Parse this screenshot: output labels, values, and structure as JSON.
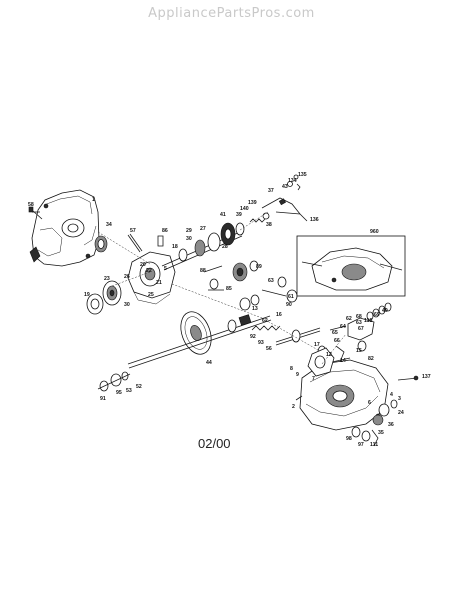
{
  "watermark": "AppliancePartsPros.com",
  "date_code": "02/00",
  "callouts": [
    {
      "id": "c-58",
      "label": "58"
    },
    {
      "id": "c-1",
      "label": "1"
    },
    {
      "id": "c-34",
      "label": "34"
    },
    {
      "id": "c-57",
      "label": "57"
    },
    {
      "id": "c-86",
      "label": "86"
    },
    {
      "id": "c-18",
      "label": "18"
    },
    {
      "id": "c-30a",
      "label": "30"
    },
    {
      "id": "c-27",
      "label": "27"
    },
    {
      "id": "c-29",
      "label": "29"
    },
    {
      "id": "c-28",
      "label": "28"
    },
    {
      "id": "c-41",
      "label": "41"
    },
    {
      "id": "c-39",
      "label": "39"
    },
    {
      "id": "c-140",
      "label": "140"
    },
    {
      "id": "c-139",
      "label": "139"
    },
    {
      "id": "c-37",
      "label": "37"
    },
    {
      "id": "c-43",
      "label": "43"
    },
    {
      "id": "c-134",
      "label": "134"
    },
    {
      "id": "c-135",
      "label": "135"
    },
    {
      "id": "c-38",
      "label": "38"
    },
    {
      "id": "c-136",
      "label": "136"
    },
    {
      "id": "c-960",
      "label": "960"
    },
    {
      "id": "c-23",
      "label": "23"
    },
    {
      "id": "c-26",
      "label": "26"
    },
    {
      "id": "c-20",
      "label": "20"
    },
    {
      "id": "c-22",
      "label": "22"
    },
    {
      "id": "c-5",
      "label": "5"
    },
    {
      "id": "c-21",
      "label": "21"
    },
    {
      "id": "c-25",
      "label": "25"
    },
    {
      "id": "c-19",
      "label": "19"
    },
    {
      "id": "c-30b",
      "label": "30"
    },
    {
      "id": "c-88",
      "label": "88"
    },
    {
      "id": "c-89",
      "label": "89"
    },
    {
      "id": "c-85",
      "label": "85"
    },
    {
      "id": "c-63",
      "label": "63"
    },
    {
      "id": "c-61",
      "label": "61"
    },
    {
      "id": "c-90",
      "label": "90"
    },
    {
      "id": "c-13",
      "label": "13"
    },
    {
      "id": "c-62a",
      "label": "62"
    },
    {
      "id": "c-16",
      "label": "16"
    },
    {
      "id": "c-68",
      "label": "68"
    },
    {
      "id": "c-118",
      "label": "118"
    },
    {
      "id": "c-69",
      "label": "69"
    },
    {
      "id": "c-40",
      "label": "40"
    },
    {
      "id": "c-62b",
      "label": "62"
    },
    {
      "id": "c-63b",
      "label": "63"
    },
    {
      "id": "c-64",
      "label": "64"
    },
    {
      "id": "c-65",
      "label": "65"
    },
    {
      "id": "c-67",
      "label": "67"
    },
    {
      "id": "c-66",
      "label": "66"
    },
    {
      "id": "c-92",
      "label": "92"
    },
    {
      "id": "c-93",
      "label": "93"
    },
    {
      "id": "c-56",
      "label": "56"
    },
    {
      "id": "c-17",
      "label": "17"
    },
    {
      "id": "c-12",
      "label": "12"
    },
    {
      "id": "c-14",
      "label": "14"
    },
    {
      "id": "c-15",
      "label": "15"
    },
    {
      "id": "c-82",
      "label": "82"
    },
    {
      "id": "c-44",
      "label": "44"
    },
    {
      "id": "c-8",
      "label": "8"
    },
    {
      "id": "c-9",
      "label": "9"
    },
    {
      "id": "c-7",
      "label": "7"
    },
    {
      "id": "c-137",
      "label": "137"
    },
    {
      "id": "c-2",
      "label": "2"
    },
    {
      "id": "c-6",
      "label": "6"
    },
    {
      "id": "c-4",
      "label": "4"
    },
    {
      "id": "c-3",
      "label": "3"
    },
    {
      "id": "c-24",
      "label": "24"
    },
    {
      "id": "c-36",
      "label": "36"
    },
    {
      "id": "c-35",
      "label": "35"
    },
    {
      "id": "c-98",
      "label": "98"
    },
    {
      "id": "c-97",
      "label": "97"
    },
    {
      "id": "c-111",
      "label": "111"
    },
    {
      "id": "c-91",
      "label": "91"
    },
    {
      "id": "c-95",
      "label": "95"
    },
    {
      "id": "c-53",
      "label": "53"
    },
    {
      "id": "c-52",
      "label": "52"
    }
  ]
}
